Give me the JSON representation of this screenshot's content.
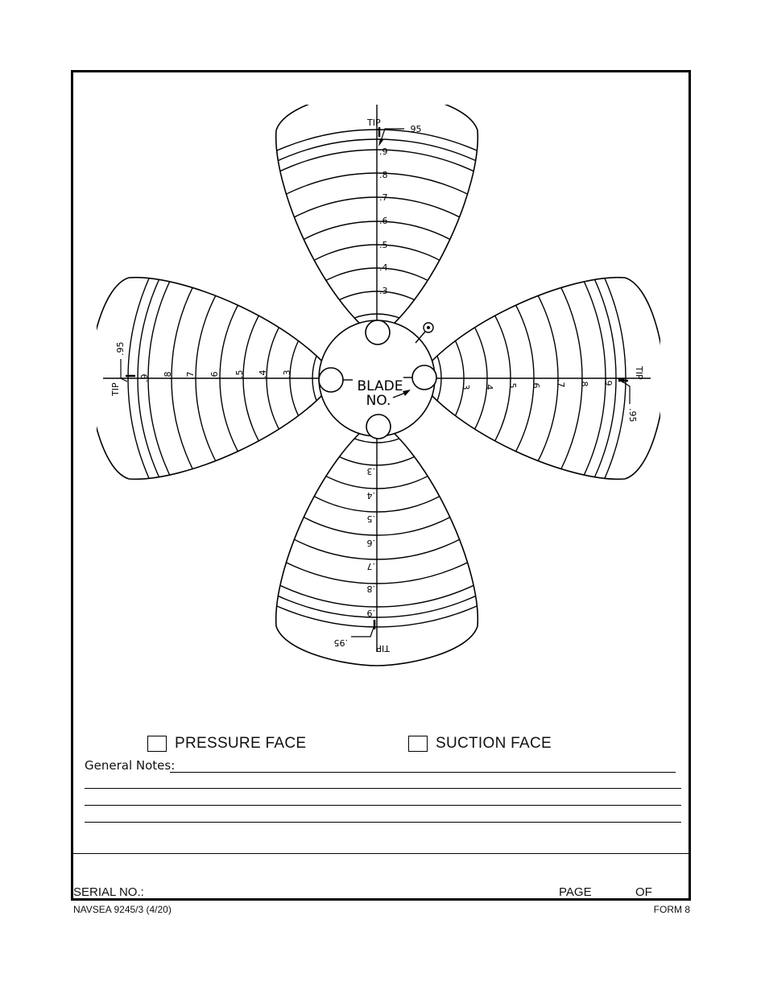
{
  "diagram": {
    "tip_label": "TIP",
    "tip_fraction_label": ".95",
    "radius_labels": [
      ".3",
      ".4",
      ".5",
      ".6",
      ".7",
      ".8",
      ".9"
    ],
    "hub_label_line1": "BLADE",
    "hub_label_line2": "NO.",
    "blade_count": 4
  },
  "options": {
    "pressure_face": "PRESSURE FACE",
    "suction_face": "SUCTION FACE"
  },
  "notes": {
    "label": "General Notes:"
  },
  "footer": {
    "serial_label": "SERIAL NO.:",
    "page_label": "PAGE",
    "of_label": "OF",
    "form_code": "NAVSEA 9245/3 (4/20)",
    "form_number": "FORM 8"
  }
}
